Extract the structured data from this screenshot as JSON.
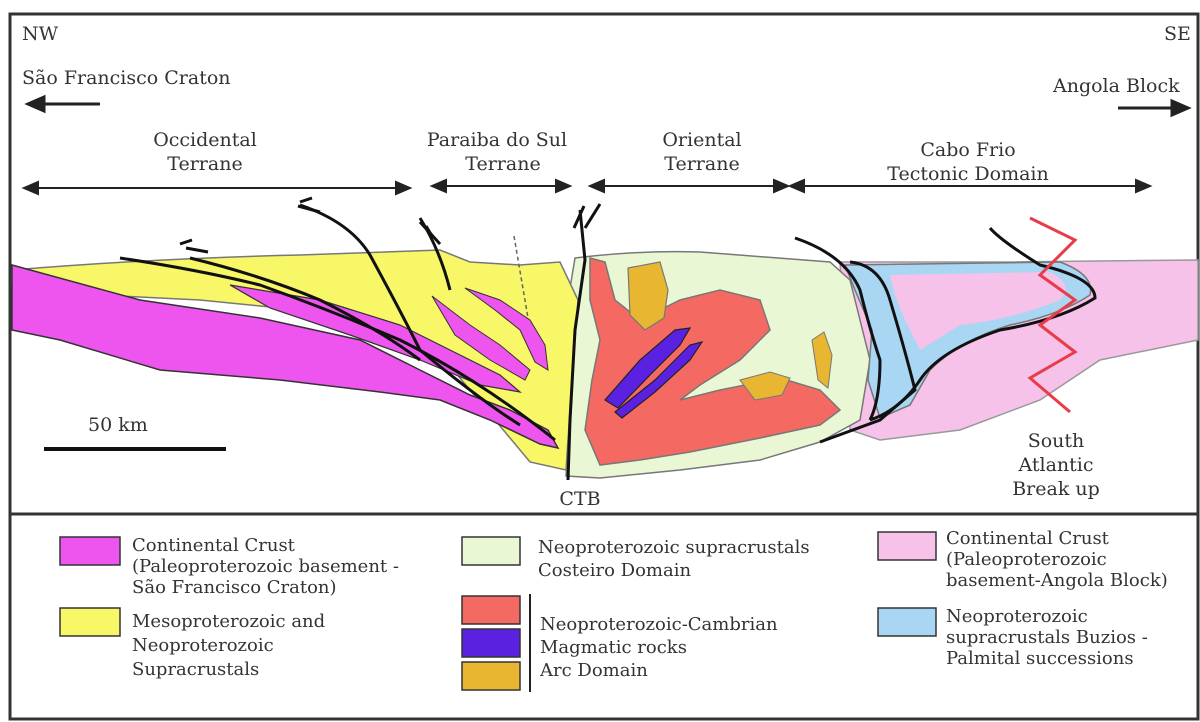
{
  "directions": {
    "left": "NW",
    "right": "SE",
    "left_block": "São Francisco Craton",
    "right_block": "Angola Block"
  },
  "terranes": [
    {
      "line1": "Occidental",
      "line2": "Terrane"
    },
    {
      "line1": "Paraiba do Sul",
      "line2": "Terrane"
    },
    {
      "line1": "Oriental",
      "line2": "Terrane"
    },
    {
      "line1": "Cabo Frio",
      "line2": "Tectonic Domain"
    }
  ],
  "scale_bar": "50 km",
  "ctb": "CTB",
  "breakup": [
    "South",
    "Atlantic",
    "Break up"
  ],
  "colors": {
    "magenta": "#ee55ee",
    "yellow": "#f7f768",
    "light_green": "#eaf7d5",
    "red": "#f46a63",
    "purple": "#5a22e0",
    "orange": "#e8b630",
    "pink": "#f6c2ea",
    "blue": "#a9d7f3"
  },
  "legend": [
    {
      "color": "magenta",
      "lines": [
        "Continental Crust",
        "(Paleoproterozoic basement -",
        "São Francisco Craton)"
      ]
    },
    {
      "color": "yellow",
      "lines": [
        "Mesoproterozoic and",
        "Neoproterozoic",
        "Supracrustals"
      ]
    },
    {
      "color": "light_green",
      "lines": [
        "Neoproterozoic supracrustals",
        "Costeiro Domain"
      ]
    },
    {
      "colors": [
        "red",
        "purple",
        "orange"
      ],
      "lines": [
        "Neoproterozoic-Cambrian",
        "Magmatic rocks",
        "Arc Domain"
      ]
    },
    {
      "color": "pink",
      "lines": [
        "Continental Crust",
        "(Paleoproterozoic",
        "basement-Angola Block)"
      ]
    },
    {
      "color": "blue",
      "lines": [
        "Neoproterozoic",
        "supracrustals Buzios -",
        "Palmital successions"
      ]
    }
  ]
}
